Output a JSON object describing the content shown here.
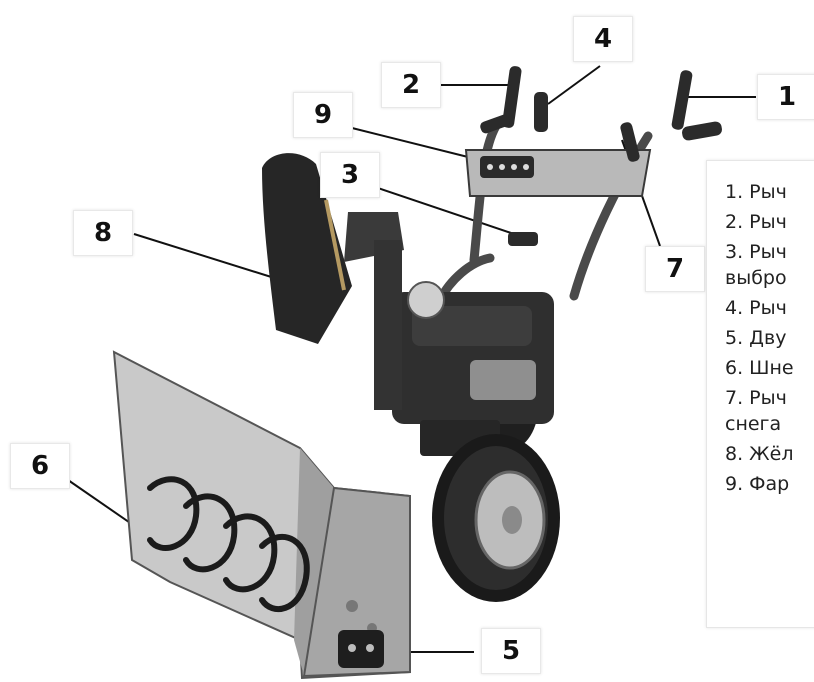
{
  "callouts": [
    {
      "num": "1"
    },
    {
      "num": "2"
    },
    {
      "num": "3"
    },
    {
      "num": "4"
    },
    {
      "num": "5"
    },
    {
      "num": "6"
    },
    {
      "num": "7"
    },
    {
      "num": "8"
    },
    {
      "num": "9"
    }
  ],
  "legend": [
    {
      "text": "1. Рыч"
    },
    {
      "text": "2. Рыч"
    },
    {
      "text": "3. Рыч",
      "cont": "выбро"
    },
    {
      "text": "4. Рыч"
    },
    {
      "text": "5. Дву"
    },
    {
      "text": "6. Шне"
    },
    {
      "text": "7. Рыч",
      "cont": "снега"
    },
    {
      "text": "8. Жёл"
    },
    {
      "text": "9. Фар"
    }
  ],
  "colors": {
    "housing": "#a9a9a9",
    "frame": "#555555",
    "tire": "#222222",
    "accent": "#e0e0e0"
  }
}
